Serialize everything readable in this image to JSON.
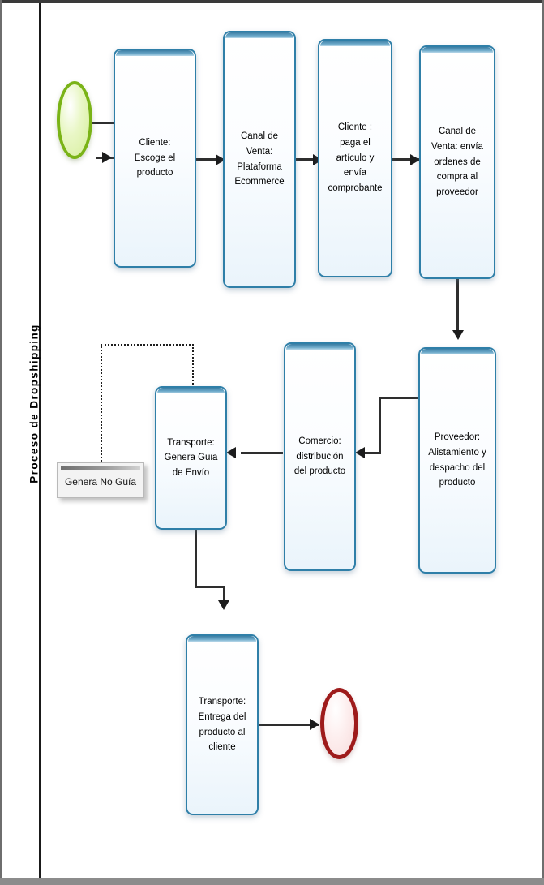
{
  "diagram": {
    "type": "bpmn-flowchart",
    "lane_label": "Proceso de Dropshipping",
    "colors": {
      "task_border": "#2f7fa8",
      "task_fill": "#eaf4fb",
      "start_event": "#7ab317",
      "end_event": "#9e1b1b",
      "connector": "#2e2e2e",
      "note_fill": "#f3f3f3"
    },
    "events": {
      "start": {
        "name": "start-event",
        "label": ""
      },
      "end": {
        "name": "end-event",
        "label": ""
      }
    },
    "tasks": [
      {
        "id": "t1",
        "label": "Cliente:\nEscoge el\nproducto"
      },
      {
        "id": "t2",
        "label": "Canal de\nVenta:\nPlataforma\nEcommerce"
      },
      {
        "id": "t3",
        "label": "Cliente :\npaga el\nartículo y envía\ncomprobante"
      },
      {
        "id": "t4",
        "label": "Canal de\nVenta: envía\nordenes de\ncompra al\nproveedor"
      },
      {
        "id": "t5",
        "label": "Proveedor:\nAlistamiento y\ndespacho del\nproducto"
      },
      {
        "id": "t6",
        "label": "Comercio:\ndistribución\ndel producto"
      },
      {
        "id": "t7",
        "label": "Transporte:\nGenera Guia\nde Envío"
      },
      {
        "id": "t8",
        "label": "Transporte:\nEntrega del\nproducto al\ncliente"
      }
    ],
    "note": {
      "id": "n1",
      "label": "Genera  No Guía"
    },
    "flows": [
      {
        "from": "start",
        "to": "t1"
      },
      {
        "from": "t1",
        "to": "t2"
      },
      {
        "from": "t2",
        "to": "t3"
      },
      {
        "from": "t3",
        "to": "t4"
      },
      {
        "from": "t4",
        "to": "t5"
      },
      {
        "from": "t5",
        "to": "t6"
      },
      {
        "from": "t6",
        "to": "t7"
      },
      {
        "from": "t7",
        "to": "t8"
      },
      {
        "from": "t8",
        "to": "end"
      },
      {
        "from": "t7",
        "to": "n1",
        "style": "dotted"
      }
    ]
  }
}
